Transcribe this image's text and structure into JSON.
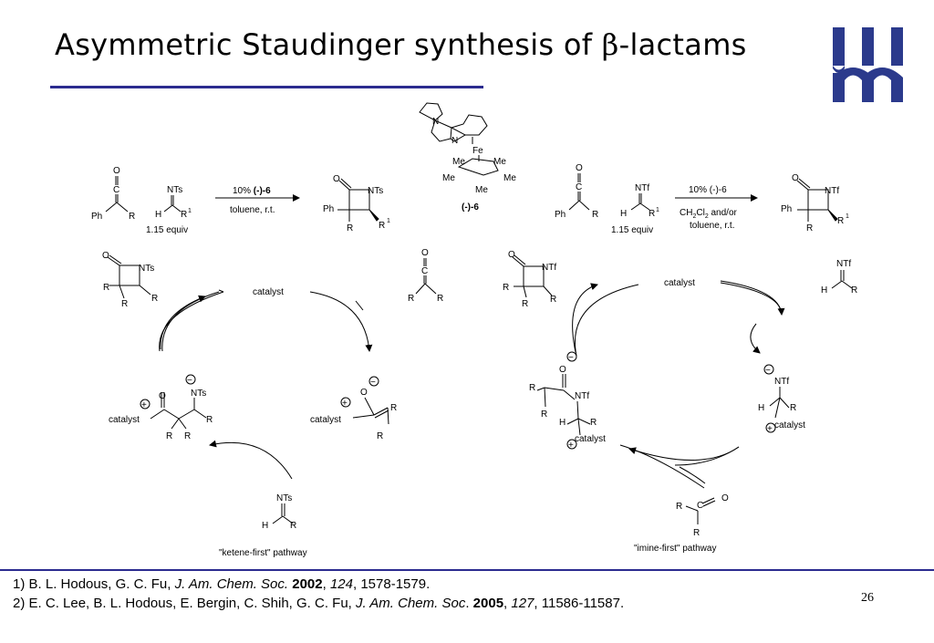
{
  "slide": {
    "title_main": "Asymmetric Staudinger synthesis of ",
    "title_greek": "β",
    "title_tail": "-lactams",
    "page_number": "26"
  },
  "colors": {
    "accent": "#2b2b8f",
    "logo": "#2b3a8c"
  },
  "top_reactions": {
    "left": {
      "ketene_o": "O",
      "ketene_c": "C",
      "ph": "Ph",
      "r": "R",
      "imine_n": "NTs",
      "imine_h": "H",
      "imine_r": "R",
      "imine_sup": "1",
      "equiv": "1.15 equiv",
      "cond_pct": "10% ",
      "cond_cat": "(-)-6",
      "cond2": "toluene, r.t.",
      "prod_o": "O",
      "prod_n": "NTs",
      "prod_ph": "Ph",
      "prod_r": "R",
      "prod_r1": "R",
      "prod_sup": "1"
    },
    "right": {
      "ketene_o": "O",
      "ketene_c": "C",
      "ph": "Ph",
      "r": "R",
      "imine_n": "NTf",
      "imine_h": "H",
      "imine_r": "R",
      "imine_sup": "1",
      "equiv": "1.15 equiv",
      "cond1": "10% (-)-6",
      "cond2a": "CH",
      "cond2_sub": "2",
      "cond2b": "Cl",
      "cond2_sub2": "2",
      "cond2c": " and/or",
      "cond3": "toluene, r.t.",
      "prod_o": "O",
      "prod_n": "NTf",
      "prod_ph": "Ph",
      "prod_r": "R",
      "prod_r1": "R",
      "prod_sup": "1"
    }
  },
  "catalyst_structure": {
    "fe": "Fe",
    "n": "N",
    "me": "Me",
    "label": "(-)-6"
  },
  "left_cycle": {
    "lactam_o": "O",
    "lactam_n": "NTs",
    "r": "R",
    "catalyst": "catalyst",
    "ketene_o": "O",
    "ketene_c": "C",
    "enolate_o": "O",
    "minus": "−",
    "plus": "+",
    "amide_n": "NTs",
    "imine_n": "NTs",
    "imine_h": "H",
    "pathway": "\"ketene-first\" pathway"
  },
  "right_cycle": {
    "lactam_o": "O",
    "lactam_n": "NTf",
    "r": "R",
    "catalyst": "catalyst",
    "imine_n": "NTf",
    "imine_h": "H",
    "enol_o": "O",
    "minus": "−",
    "plus": "+",
    "amide_n": "NTf",
    "ketene_o": "O",
    "ketene_c": "C",
    "pathway": "\"imine-first\" pathway"
  },
  "references": [
    {
      "num": "1) ",
      "authors": "B. L. Hodous, G. C. Fu, ",
      "journal": "J. Am. Chem. Soc.",
      "sep1": " ",
      "year": "2002",
      "sep2": ", ",
      "volume": "124",
      "pages": ", 1578-1579."
    },
    {
      "num": "2) ",
      "authors": "E. C. Lee, B. L. Hodous, E. Bergin, C. Shih, G. C. Fu, ",
      "journal": "J. Am. Chem. Soc",
      "sep1": ". ",
      "year": "2005",
      "sep2": ", ",
      "volume": "127",
      "pages": ", 11586-11587."
    }
  ]
}
